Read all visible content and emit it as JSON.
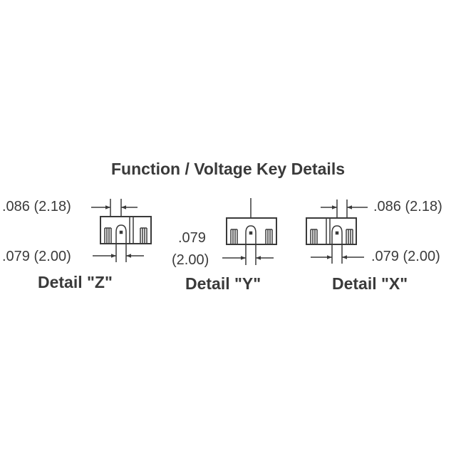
{
  "title": "Function / Voltage Key Details",
  "details": {
    "z": {
      "label": "Detail \"Z\"",
      "dim_top": ".086 (2.18)",
      "dim_bottom": ".079 (2.00)"
    },
    "y": {
      "label": "Detail \"Y\"",
      "dim_line1": ".079",
      "dim_line2": "(2.00)"
    },
    "x": {
      "label": "Detail \"X\"",
      "dim_top": ".086 (2.18)",
      "dim_bottom": ".079 (2.00)"
    }
  },
  "colors": {
    "ink": "#3a3a3a",
    "background": "#ffffff"
  }
}
